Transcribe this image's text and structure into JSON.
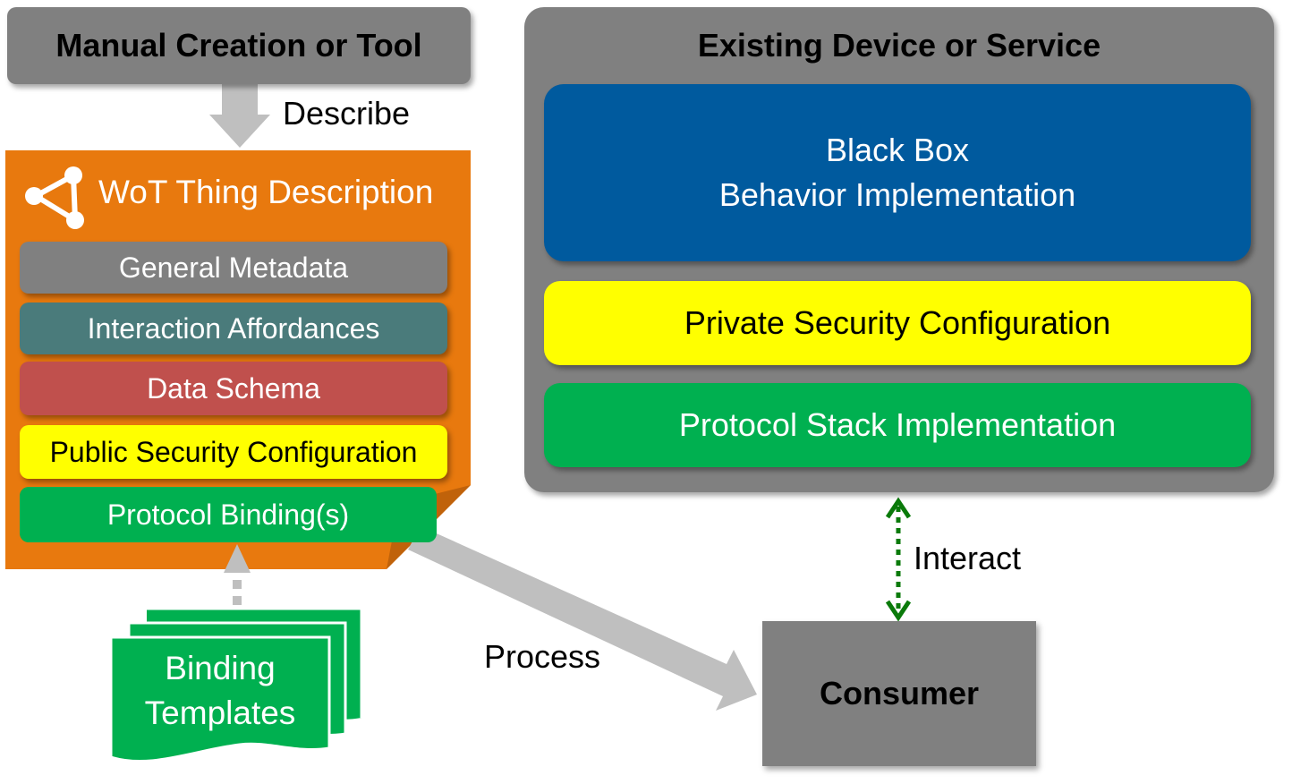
{
  "manual_box": {
    "label": "Manual Creation or Tool"
  },
  "describe_label": "Describe",
  "td": {
    "title": "WoT Thing Description",
    "rows": {
      "general": "General Metadata",
      "interaction": "Interaction Affordances",
      "schema": "Data Schema",
      "public_security": "Public Security Configuration",
      "binding": "Protocol Binding(s)"
    },
    "icon": "share-nodes-icon"
  },
  "existing": {
    "title": "Existing Device or Service",
    "blackbox_line1": "Black Box",
    "blackbox_line2": "Behavior Implementation",
    "private_security": "Private Security Configuration",
    "protocol_stack": "Protocol Stack Implementation"
  },
  "binding_templates": {
    "line1": "Binding",
    "line2": "Templates"
  },
  "process_label": "Process",
  "interact_label": "Interact",
  "consumer": {
    "label": "Consumer"
  },
  "colors": {
    "orange": "#e8790e",
    "gray": "#808080",
    "blue": "#005a9e",
    "yellow": "#ffff00",
    "green": "#00b050",
    "teal": "#4a7b7b",
    "red": "#c0504d",
    "dark_green_arrow": "#0a7a0a"
  }
}
